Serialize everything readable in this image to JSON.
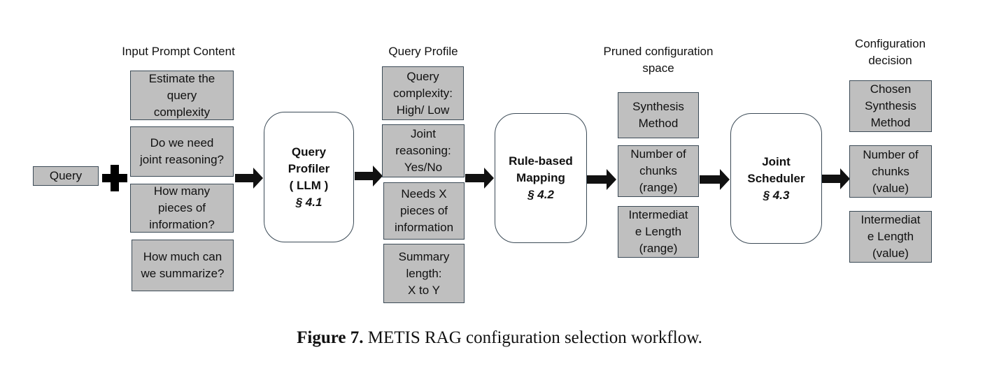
{
  "caption": {
    "label": "Figure 7.",
    "text": " METIS RAG configuration selection workflow."
  },
  "query_box": {
    "label": "Query"
  },
  "columns": {
    "input_prompt": {
      "heading": "Input Prompt Content",
      "items": [
        "Estimate the\nquery\ncomplexity",
        "Do we need\njoint reasoning?",
        "How many\npieces of\ninformation?",
        "How much can\nwe summarize?"
      ]
    },
    "query_profile": {
      "heading": "Query Profile",
      "items": [
        "Query\ncomplexity:\nHigh/ Low",
        "Joint\nreasoning:\nYes/No",
        "Needs X\npieces of\ninformation",
        "Summary\nlength:\nX to Y"
      ]
    },
    "pruned_space": {
      "heading": "Pruned configuration\nspace",
      "items": [
        "Synthesis\nMethod",
        "Number of\nchunks\n(range)",
        "Intermediat\ne Length\n(range)"
      ]
    },
    "decision": {
      "heading": "Configuration\ndecision",
      "items": [
        "Chosen\nSynthesis\nMethod",
        "Number of\nchunks\n(value)",
        "Intermediat\ne Length\n(value)"
      ]
    }
  },
  "stages": {
    "profiler": {
      "title": "Query\nProfiler\n( LLM )",
      "section": "§ 4.1"
    },
    "mapping": {
      "title": "Rule-based\nMapping",
      "section": "§ 4.2"
    },
    "scheduler": {
      "title": "Joint\nScheduler",
      "section": "§ 4.3"
    }
  },
  "colors": {
    "box_fill": "#bfbfbf",
    "box_border": "#3b4a56",
    "arrow": "#111111"
  }
}
